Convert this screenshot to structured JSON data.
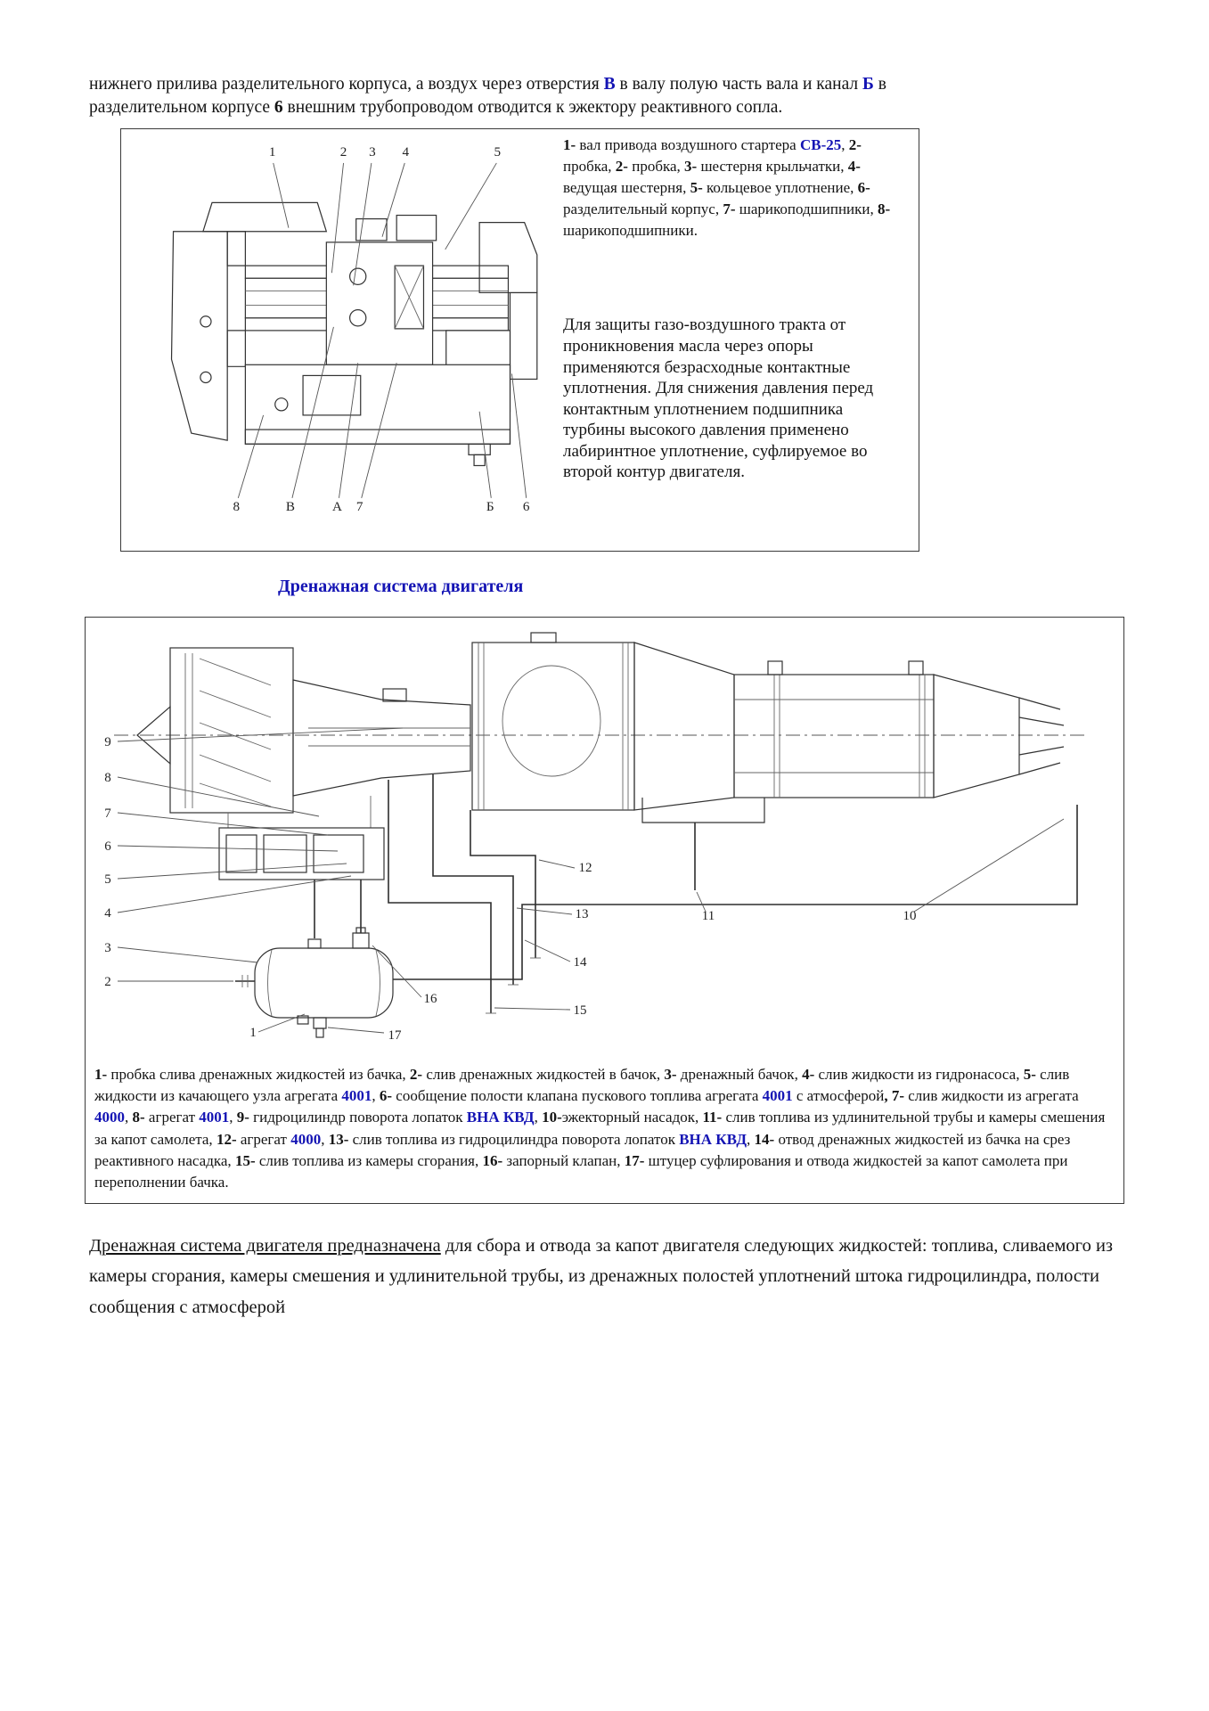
{
  "colors": {
    "accent_blue": "#1414b4",
    "ink": "#141414",
    "drawing_line": "#333333"
  },
  "top_paragraph": {
    "segments": [
      {
        "text": "нижнего прилива разделительного корпуса, а воздух через отверстия ",
        "style": "n"
      },
      {
        "text": "В",
        "style": "bb"
      },
      {
        "text": " в валу полую часть вала и канал ",
        "style": "n"
      },
      {
        "text": "Б",
        "style": "bb"
      },
      {
        "text": " в разделительном корпусе ",
        "style": "n"
      },
      {
        "text": "6",
        "style": "b"
      },
      {
        "text": " внешним трубопроводом отводится к эжектору реактивного сопла.",
        "style": "n"
      }
    ]
  },
  "figure1": {
    "callouts_top": [
      "1",
      "2",
      "3",
      "4",
      "5"
    ],
    "callouts_bottom": [
      "8",
      "В",
      "А",
      "7",
      "Б",
      "6"
    ],
    "caption_segments": [
      {
        "text": "1-",
        "style": "b"
      },
      {
        "text": " вал привода воздушного стартера ",
        "style": "n"
      },
      {
        "text": "СВ-25",
        "style": "bb"
      },
      {
        "text": ", ",
        "style": "n"
      },
      {
        "text": "2-",
        "style": "b"
      },
      {
        "text": " пробка, ",
        "style": "n"
      },
      {
        "text": "2-",
        "style": "b"
      },
      {
        "text": " пробка, ",
        "style": "n"
      },
      {
        "text": "3-",
        "style": "b"
      },
      {
        "text": " шестерня крыльчатки, ",
        "style": "n"
      },
      {
        "text": "4-",
        "style": "b"
      },
      {
        "text": " ведущая шестерня, ",
        "style": "n"
      },
      {
        "text": "5-",
        "style": "b"
      },
      {
        "text": " кольцевое уплотнение, ",
        "style": "n"
      },
      {
        "text": "6-",
        "style": "b"
      },
      {
        "text": " разделительный корпус, ",
        "style": "n"
      },
      {
        "text": "7-",
        "style": "b"
      },
      {
        "text": " шарикоподшипники, ",
        "style": "n"
      },
      {
        "text": "8-",
        "style": "b"
      },
      {
        "text": " шарикоподшипники.",
        "style": "n"
      }
    ],
    "body_text": "Для защиты газо-воздушного тракта от проникновения масла через опоры применяются безрасходные контактные уплотнения. Для снижения давления перед контактным уплотнением подшипника турбины высокого давления применено лабиринтное уплотнение, суфлируемое во второй контур двигателя."
  },
  "heading": {
    "text": "Дренажная система двигателя"
  },
  "figure2": {
    "callouts": [
      "1",
      "2",
      "3",
      "4",
      "5",
      "6",
      "7",
      "8",
      "9",
      "10",
      "11",
      "12",
      "13",
      "14",
      "15",
      "16",
      "17"
    ],
    "caption_segments": [
      {
        "text": "1-",
        "style": "b"
      },
      {
        "text": " пробка слива дренажных жидкостей из бачка, ",
        "style": "n"
      },
      {
        "text": "2-",
        "style": "b"
      },
      {
        "text": " слив дренажных жидкостей в бачок, ",
        "style": "n"
      },
      {
        "text": "3-",
        "style": "b"
      },
      {
        "text": " дренажный бачок, ",
        "style": "n"
      },
      {
        "text": "4-",
        "style": "b"
      },
      {
        "text": " слив жидкости из гидронасоса, ",
        "style": "n"
      },
      {
        "text": "5-",
        "style": "b"
      },
      {
        "text": " слив жидкости из качающего узла агрегата ",
        "style": "n"
      },
      {
        "text": "4001",
        "style": "bb"
      },
      {
        "text": ", ",
        "style": "n"
      },
      {
        "text": "6-",
        "style": "b"
      },
      {
        "text": " сообщение полости клапана пускового топлива агрегата ",
        "style": "n"
      },
      {
        "text": "4001",
        "style": "bb"
      },
      {
        "text": " с атмосферой",
        "style": "n"
      },
      {
        "text": ", ",
        "style": "b"
      },
      {
        "text": "7-",
        "style": "b"
      },
      {
        "text": " слив жидкости из агрегата ",
        "style": "n"
      },
      {
        "text": "4000",
        "style": "bb"
      },
      {
        "text": ", ",
        "style": "n"
      },
      {
        "text": "8-",
        "style": "b"
      },
      {
        "text": " агрегат ",
        "style": "n"
      },
      {
        "text": "4001",
        "style": "bb"
      },
      {
        "text": ", ",
        "style": "n"
      },
      {
        "text": "9-",
        "style": "b"
      },
      {
        "text": " гидроцилиндр поворота лопаток ",
        "style": "n"
      },
      {
        "text": "ВНА КВД",
        "style": "bb"
      },
      {
        "text": ", ",
        "style": "n"
      },
      {
        "text": "10-",
        "style": "b"
      },
      {
        "text": "эжекторный насадок, ",
        "style": "n"
      },
      {
        "text": "11-",
        "style": "b"
      },
      {
        "text": " слив топлива из удлинительной трубы и камеры смешения за капот самолета, ",
        "style": "n"
      },
      {
        "text": "12-",
        "style": "b"
      },
      {
        "text": " агрегат ",
        "style": "n"
      },
      {
        "text": "4000",
        "style": "bb"
      },
      {
        "text": ", ",
        "style": "n"
      },
      {
        "text": "13-",
        "style": "b"
      },
      {
        "text": " слив топлива из гидроцилиндра поворота лопаток ",
        "style": "n"
      },
      {
        "text": "ВНА КВД",
        "style": "bb"
      },
      {
        "text": ", ",
        "style": "n"
      },
      {
        "text": "14-",
        "style": "b"
      },
      {
        "text": " отвод дренажных жидкостей из бачка на срез реактивного насадка, ",
        "style": "n"
      },
      {
        "text": "15-",
        "style": "b"
      },
      {
        "text": " слив топлива из камеры сгорания, ",
        "style": "n"
      },
      {
        "text": "16-",
        "style": "b"
      },
      {
        "text": " запорный клапан, ",
        "style": "n"
      },
      {
        "text": "17-",
        "style": "b"
      },
      {
        "text": " штуцер суфлирования и отвода жидкостей за капот самолета при переполнении бачка.",
        "style": "n"
      }
    ]
  },
  "bottom_paragraph": {
    "segments": [
      {
        "text": "Дренажная система двигателя предназначена",
        "style": "u"
      },
      {
        "text": " для сбора и отвода за капот двигателя следующих жидкостей: топлива, сливаемого из камеры сгорания, камеры смешения и удлинительной трубы, из дренажных полостей уплотнений штока гидроцилиндра, полости сообщения с атмосферой",
        "style": "n"
      }
    ]
  }
}
